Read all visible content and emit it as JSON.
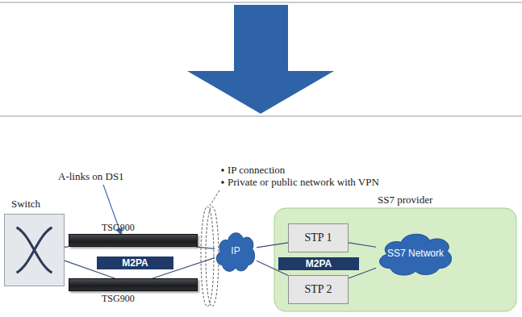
{
  "diagram": {
    "nodes": [
      {
        "text": [
          "Switch"
        ]
      },
      {
        "text": [
          "TSG900"
        ]
      },
      {
        "text": [
          "M2PA"
        ]
      },
      {
        "text": [
          "TSG900"
        ]
      },
      {
        "text": [
          "IP"
        ]
      },
      {
        "text": [
          "SS7 provider"
        ]
      },
      {
        "text": [
          "STP 1"
        ],
        "in": 5
      },
      {
        "text": [
          "M2PA"
        ],
        "in": 5
      },
      {
        "text": [
          "STP 2"
        ],
        "in": 5
      },
      {
        "text": [
          "SS7 Network"
        ],
        "in": 5
      }
    ],
    "edges": [
      {
        "from": 0,
        "to": 1,
        "arrow": "none"
      },
      {
        "from": 0,
        "to": 3,
        "arrow": "none"
      },
      {
        "from": 1,
        "to": 4,
        "arrow": "none"
      },
      {
        "from": 3,
        "to": 4,
        "arrow": "none"
      },
      {
        "from": 4,
        "to": 6,
        "arrow": "none"
      },
      {
        "from": 4,
        "to": 8,
        "arrow": "none"
      },
      {
        "from": 6,
        "to": 9,
        "arrow": "none"
      },
      {
        "from": 8,
        "to": 9,
        "arrow": "none"
      }
    ],
    "labels": [
      "A-links on DS1",
      "IP connection",
      "Private or public network with VPN"
    ]
  }
}
